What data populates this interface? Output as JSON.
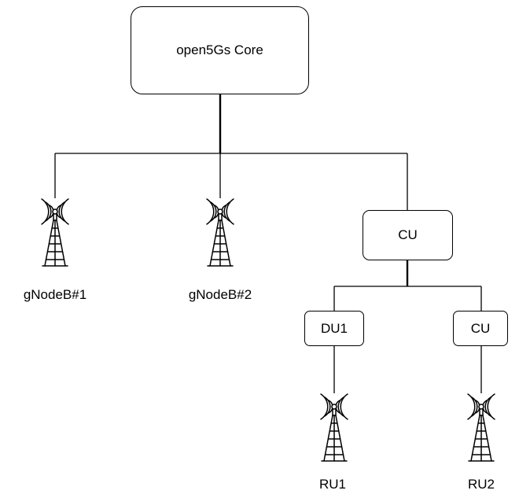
{
  "core": {
    "label": "open5Gs Core"
  },
  "cu": {
    "label": "CU"
  },
  "du1": {
    "label": "DU1"
  },
  "cu2": {
    "label": "CU"
  },
  "gnodeb1": {
    "label": "gNodeB#1"
  },
  "gnodeb2": {
    "label": "gNodeB#2"
  },
  "ru1": {
    "label": "RU1"
  },
  "ru2": {
    "label": "RU2"
  },
  "icons": {
    "tower": "radio-tower-icon"
  },
  "colors": {
    "line": "#000000",
    "background": "#ffffff"
  }
}
